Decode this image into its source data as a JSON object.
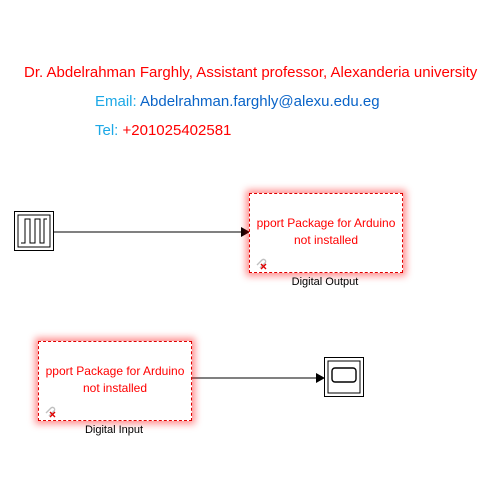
{
  "header": {
    "author": "Dr. Abdelrahman Farghly, Assistant professor, Alexanderia university",
    "email_label": "Email: ",
    "email_value": "Abdelrahman.farghly@alexu.edu.eg",
    "tel_label": "Tel: ",
    "tel_value": "+201025402581"
  },
  "blocks": {
    "digital_output": {
      "message_line1": "pport Package for Arduino",
      "message_line2": "not installed",
      "caption": "Digital Output"
    },
    "digital_input": {
      "message_line1": "pport Package for Arduino",
      "message_line2": "not installed",
      "caption": "Digital Input"
    },
    "pulse_generator": {
      "icon": "pulse-wave-icon"
    },
    "scope": {
      "icon": "scope-screen-icon"
    }
  },
  "colors": {
    "error": "#ff0000",
    "link_blue": "#0a64c8",
    "label_cyan": "#1ca8e6"
  }
}
